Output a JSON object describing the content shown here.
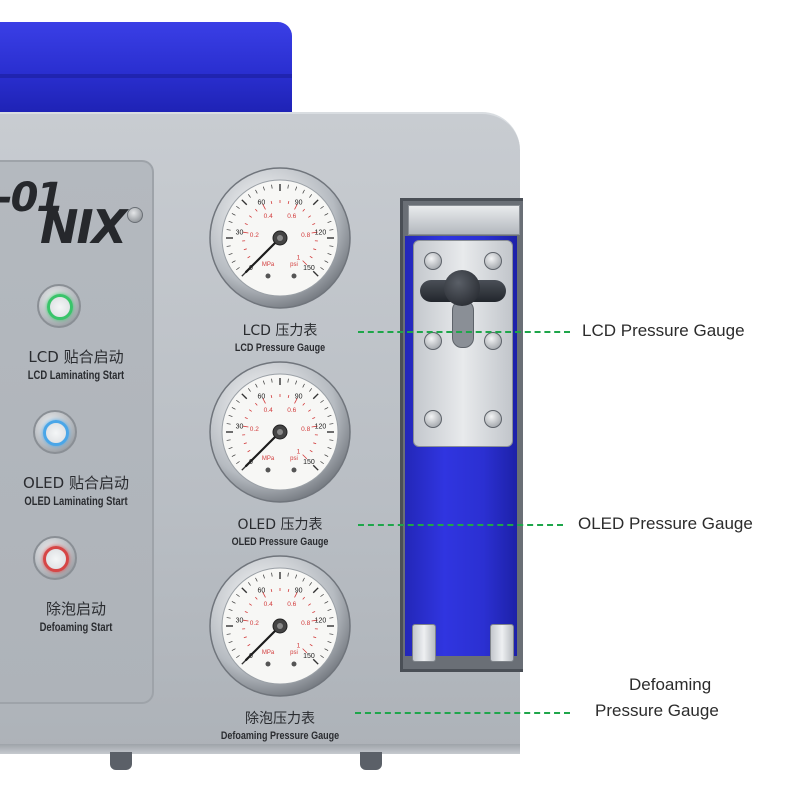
{
  "buttons": [
    {
      "cn": "LCD 贴合启动",
      "en": "LCD Laminating Start",
      "ring_color": "#39c46a"
    },
    {
      "cn": "OLED 贴合启动",
      "en": "OLED Laminating Start",
      "ring_color": "#4aa6e8"
    },
    {
      "cn": "除泡启动",
      "en": "Defoaming Start",
      "ring_color": "#d64646"
    }
  ],
  "gauges": [
    {
      "cn": "LCD 压力表",
      "en": "LCD Pressure Gauge"
    },
    {
      "cn": "OLED 压力表",
      "en": "OLED Pressure Gauge"
    },
    {
      "cn": "除泡压力表",
      "en": "Defoaming Pressure Gauge"
    }
  ],
  "gauge_face": {
    "outer_ticks": [
      "30",
      "60",
      "90",
      "120",
      "150"
    ],
    "outer_zero": "0",
    "inner_ticks": [
      "0.2",
      "0.4",
      "0.6",
      "0.8"
    ],
    "inner_max": "1",
    "unit_left": "MPa",
    "unit_right": "psi"
  },
  "callouts": {
    "lcd": "LCD Pressure Gauge",
    "oled": "OLED Pressure Gauge",
    "defoaming_line1": "Defoaming",
    "defoaming_line2": "Pressure Gauge"
  },
  "colors": {
    "lid_blue": "#2a2fd0",
    "callout_green": "#1ea64a",
    "gauge_red": "#d23a3a",
    "metal": "#b9bec4"
  }
}
